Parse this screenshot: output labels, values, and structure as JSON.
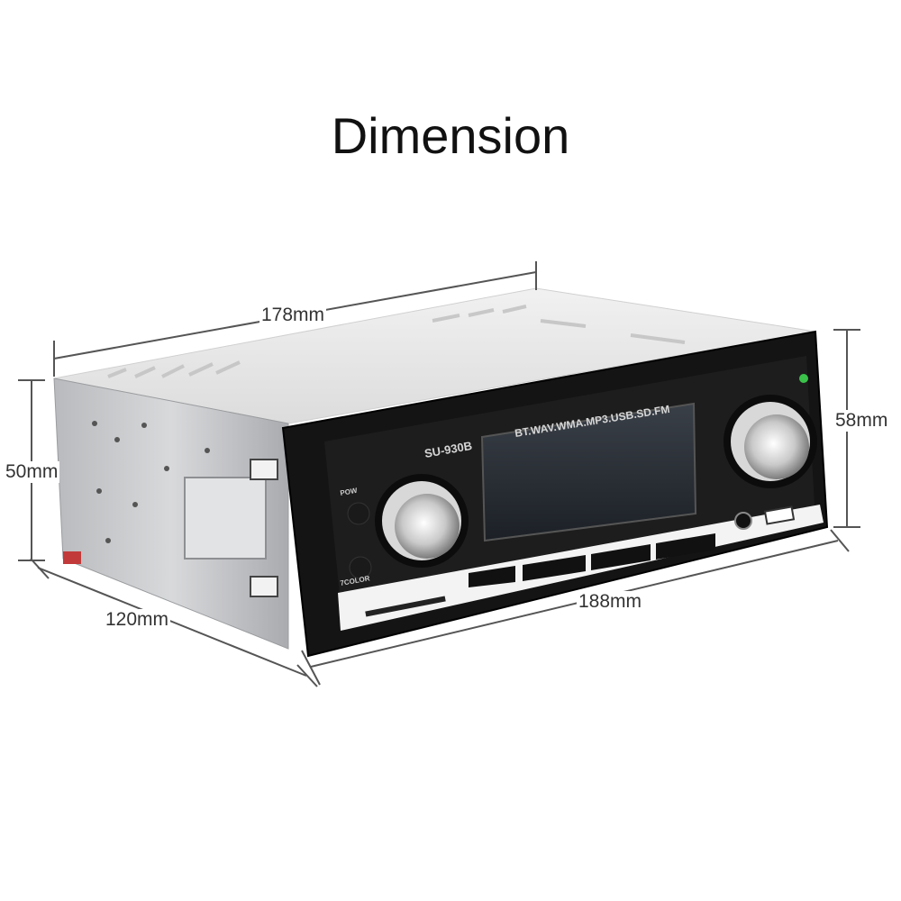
{
  "title": "Dimension",
  "dimensions": {
    "top_width": "178mm",
    "right_height": "58mm",
    "left_height": "50mm",
    "depth": "120mm",
    "front_width": "188mm"
  },
  "device": {
    "model_label": "SU-930B",
    "format_label": "BT.WAV.WMA.MP3.USB.SD.FM",
    "pow_label": "POW",
    "color_label": "7COLOR"
  },
  "colors": {
    "faceplate": "#141414",
    "chassis": "#c9cbce",
    "display": "#2a2f36",
    "dim_line": "#555555"
  }
}
